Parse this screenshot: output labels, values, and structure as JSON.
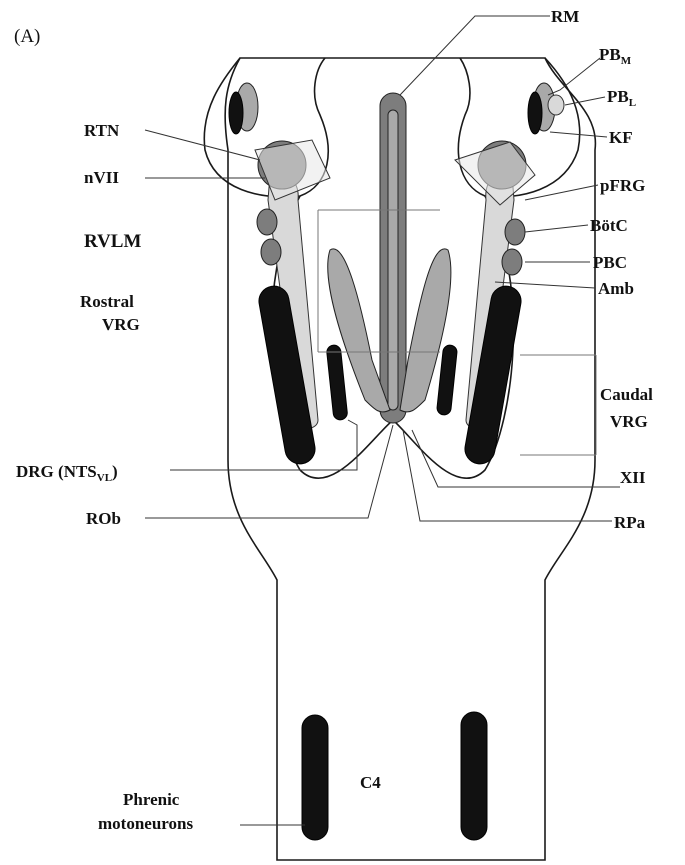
{
  "panel_label": "(A)",
  "labels": {
    "rm": "RM",
    "pbm": "PB",
    "pbm_sub": "M",
    "pbl": "PB",
    "pbl_sub": "L",
    "kf": "KF",
    "rtn": "RTN",
    "nvii": "nVII",
    "pfrg": "pFRG",
    "botc": "BötC",
    "pbc": "PBC",
    "amb": "Amb",
    "rvlm": "RVLM",
    "rostral_vrg_1": "Rostral",
    "rostral_vrg_2": "VRG",
    "caudal_vrg_1": "Caudal",
    "caudal_vrg_2": "VRG",
    "drg_pre": "DRG (NTS",
    "drg_sub": "VL",
    "drg_post": ")",
    "xii": "XII",
    "rob": "ROb",
    "rpa": "RPa",
    "phrenic_1": "Phrenic",
    "phrenic_2": "motoneurons",
    "c4": "C4"
  }
}
